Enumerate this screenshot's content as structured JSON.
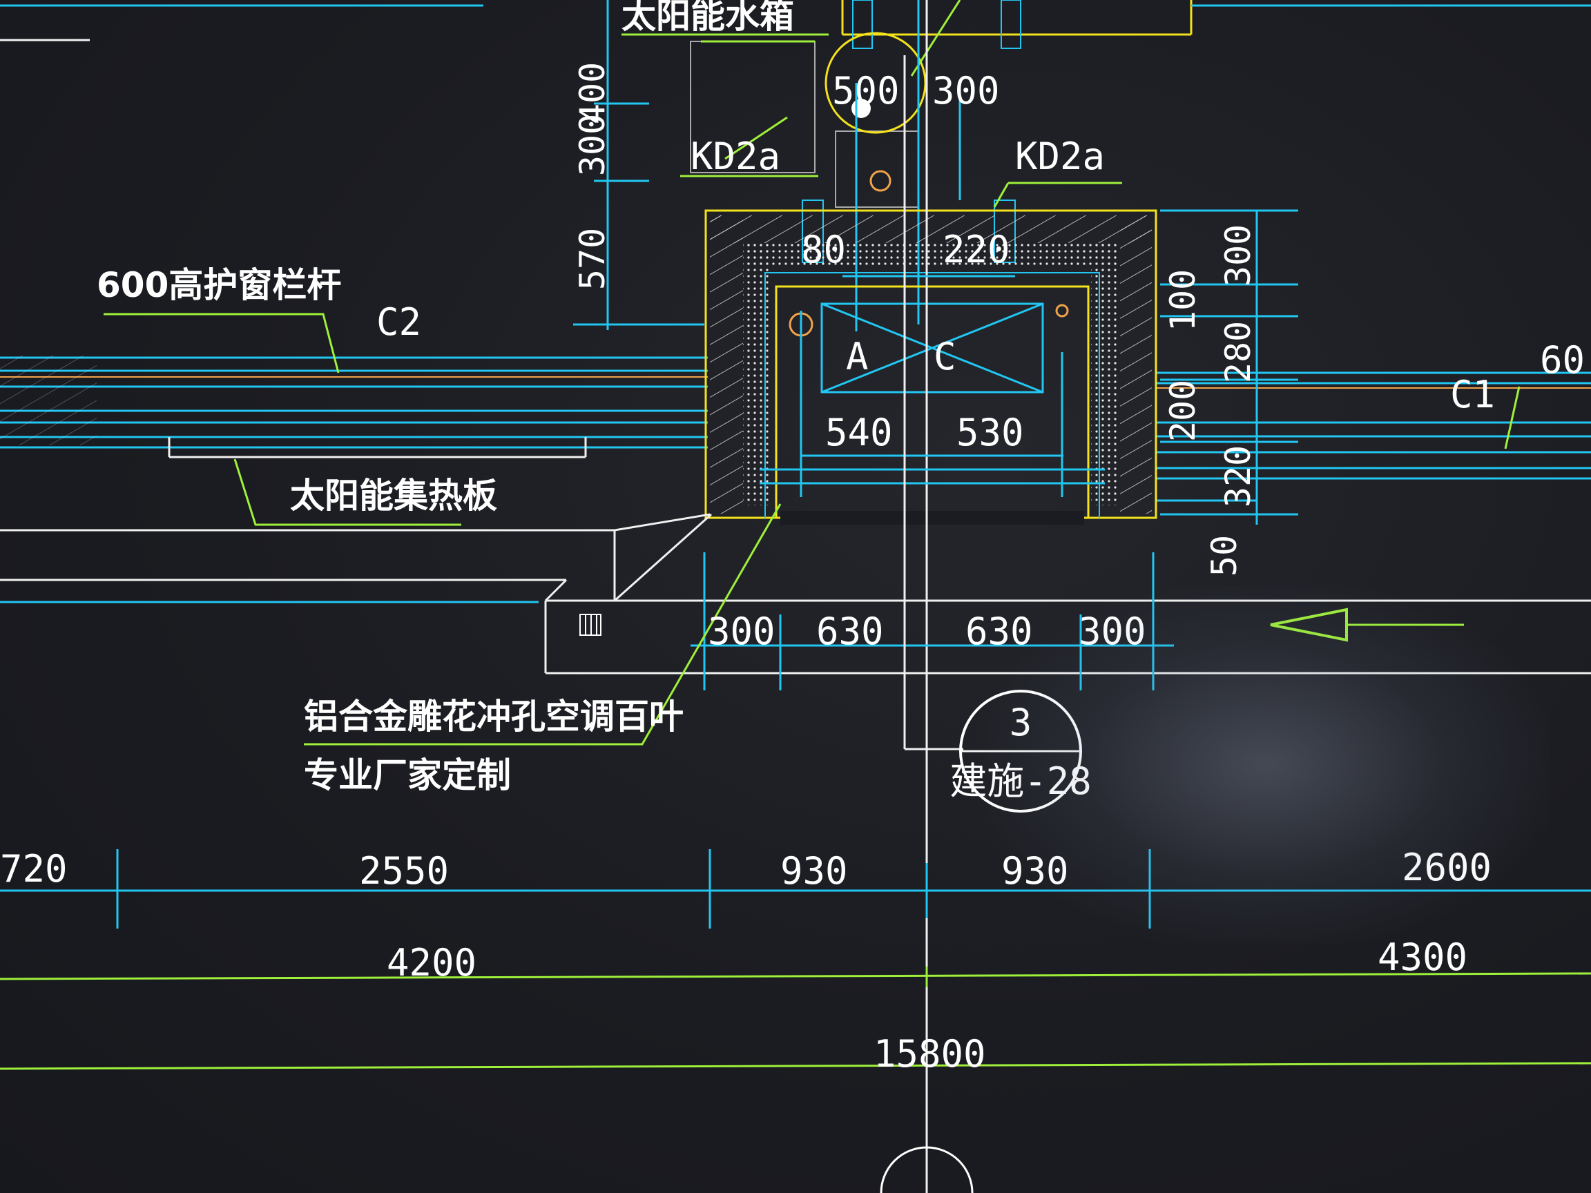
{
  "labels": {
    "solar_tank": "太阳能水箱",
    "railing": "600高护窗栏杆",
    "collector": "太阳能集热板",
    "louver_line1": "铝合金雕花冲孔空调百叶",
    "louver_line2": "专业厂家定制",
    "kd_left": "KD2a",
    "kd_right": "KD2a",
    "c2": "C2",
    "c1": "C1",
    "a": "A",
    "c": "C",
    "callout_num": "3",
    "callout_ref": "建施-28",
    "edge_right": "60"
  },
  "dims": {
    "v_left": [
      "400",
      "300",
      "570"
    ],
    "top_pair": [
      "500",
      "300"
    ],
    "inner_top": [
      "80",
      "220"
    ],
    "inner_mid": [
      "540",
      "530"
    ],
    "v_right": [
      "300",
      "100",
      "280",
      "200",
      "320",
      "50"
    ],
    "row1": [
      "300",
      "630",
      "630",
      "300"
    ],
    "row2": [
      "720",
      "2550",
      "930",
      "930",
      "2600"
    ],
    "row3": [
      "4200",
      "4300"
    ],
    "total": "15800"
  },
  "colors": {
    "background": "#1c1e24",
    "blue": "#22c6f2",
    "green": "#9ef03a",
    "yellow": "#f3e21c",
    "white": "#ffffff"
  }
}
